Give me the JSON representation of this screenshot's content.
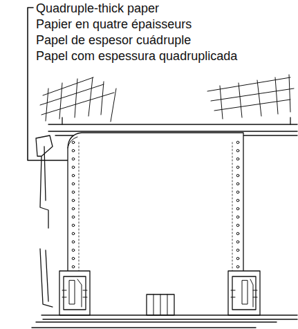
{
  "diagram": {
    "labels": [
      "Quadruple-thick paper",
      "Papier en quatre épaisseurs",
      "Papel de espesor cuádruple",
      "Papel com espessura quadruplicada"
    ]
  }
}
